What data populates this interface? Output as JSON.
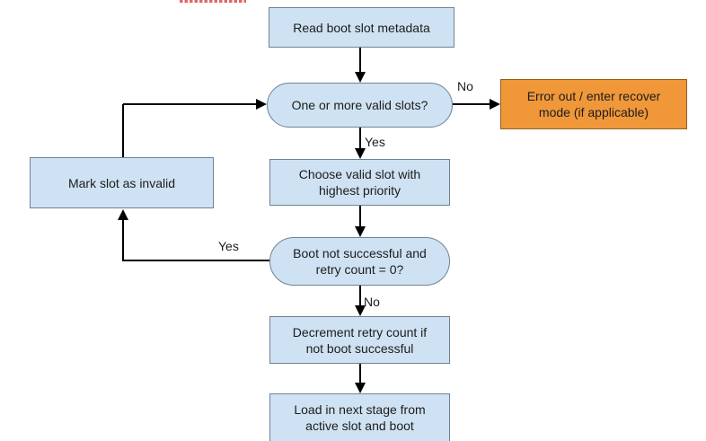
{
  "palette": {
    "node_fill": "#cfe2f3",
    "node_border": "#6e8296",
    "error_fill": "#f0973a",
    "error_border": "#935f1c",
    "arrow": "#000000",
    "clipped_text_marks": "#e06666",
    "background": "#ffffff"
  },
  "nodes": {
    "read_metadata": {
      "label": "Read boot slot metadata",
      "shape": "rectangle"
    },
    "valid_slots": {
      "label": "One or more valid slots?",
      "shape": "stadium"
    },
    "error_out": {
      "label": "Error out / enter recover mode (if applicable)",
      "shape": "rectangle"
    },
    "choose_slot": {
      "label": "Choose valid slot with highest priority",
      "shape": "rectangle"
    },
    "mark_invalid": {
      "label": "Mark slot as invalid",
      "shape": "rectangle"
    },
    "retry_check": {
      "label": "Boot not successful and retry count = 0?",
      "shape": "stadium"
    },
    "decrement": {
      "label": "Decrement retry count if not boot successful",
      "shape": "rectangle"
    },
    "load_next": {
      "label": "Load in next stage from active slot and boot",
      "shape": "rectangle"
    }
  },
  "edge_labels": {
    "valid_no": "No",
    "valid_yes": "Yes",
    "retry_yes": "Yes",
    "retry_no": "No"
  }
}
